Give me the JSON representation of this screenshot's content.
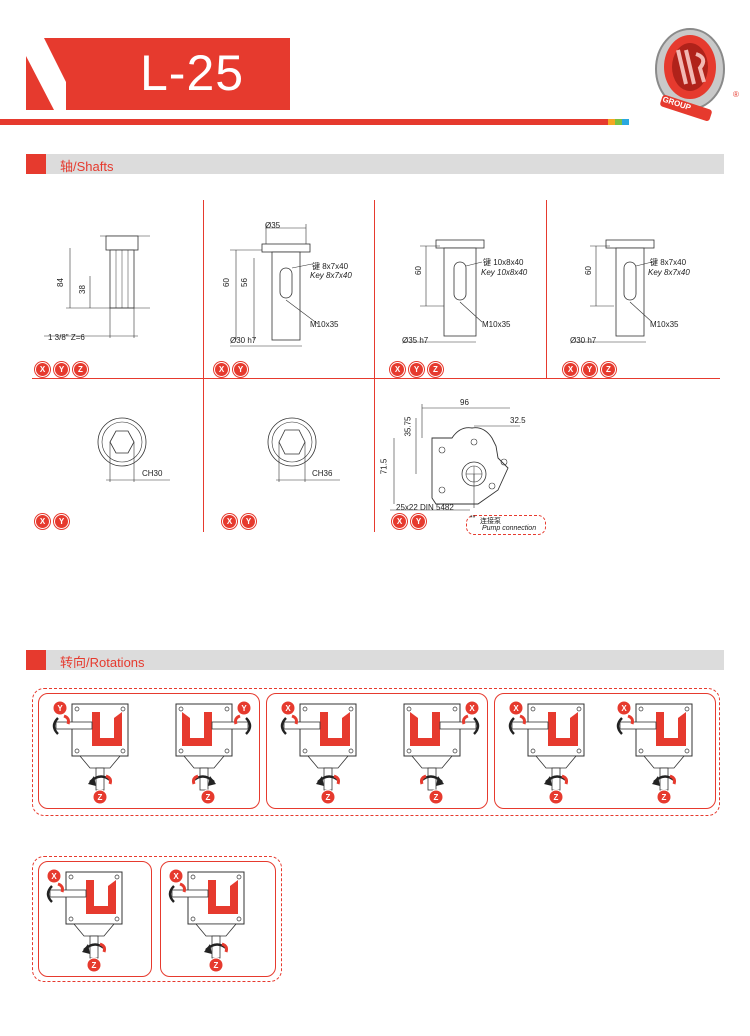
{
  "header": {
    "title": "L-25",
    "logo_text": "GROUP",
    "logo_registered": "®",
    "logo_icon": "mr-group-logo-icon"
  },
  "colors": {
    "accent": "#e63a2e",
    "bar_gray": "#dcdcdc",
    "sq_orange": "#f5a623",
    "sq_green": "#7ac142",
    "sq_blue": "#29a8e0"
  },
  "shafts": {
    "title": "轴/Shafts",
    "cells": [
      {
        "dims": [
          "84",
          "38",
          "1 3/8\" Z=6"
        ],
        "badges": [
          "X",
          "Y",
          "Z"
        ]
      },
      {
        "dims": [
          "Ø35",
          "60",
          "56",
          "键 8x7x40",
          "Key 8x7x40",
          "M10x35",
          "Ø30 h7"
        ],
        "badges": [
          "X",
          "Y"
        ]
      },
      {
        "dims": [
          "60",
          "键 10x8x40",
          "Key 10x8x40",
          "M10x35",
          "Ø35 h7"
        ],
        "badges": [
          "X",
          "Y",
          "Z"
        ]
      },
      {
        "dims": [
          "60",
          "键 8x7x40",
          "Key 8x7x40",
          "M10x35",
          "Ø30 h7"
        ],
        "badges": [
          "X",
          "Y",
          "Z"
        ]
      },
      {
        "dims": [
          "CH30"
        ],
        "badges": [
          "X",
          "Y"
        ]
      },
      {
        "dims": [
          "CH36"
        ],
        "badges": [
          "X",
          "Y"
        ]
      },
      {
        "dims": [
          "96",
          "35.75",
          "32.5",
          "71.5",
          "25x22 DIN 5482"
        ],
        "badges": [
          "X",
          "Y"
        ]
      }
    ],
    "pump_note": {
      "mark": "**",
      "cn": "连接泵",
      "en": "Pump connection"
    }
  },
  "rotations": {
    "title": "转向/Rotations",
    "labels": {
      "x": "X",
      "y": "Y",
      "z": "Z"
    }
  }
}
